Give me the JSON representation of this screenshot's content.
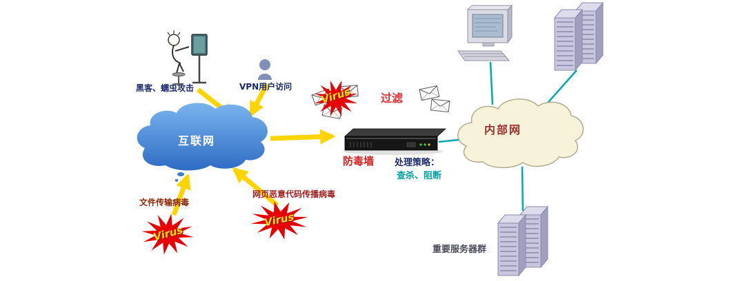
{
  "diagram": {
    "virus_badge": "Virus",
    "nodes": {
      "hacker": {
        "label": "黑客、蠕虫攻击"
      },
      "vpn_user": {
        "label": "VPN用户访问"
      },
      "internet": {
        "label": "互联网"
      },
      "filter": {
        "label": "过滤"
      },
      "antivirus_wall": {
        "label": "防毒墙"
      },
      "policy": {
        "label": "处理策略：",
        "actions": "查杀、阻断"
      },
      "internal_network": {
        "label": "内部网"
      },
      "server_group": {
        "label": "重要服务器群"
      },
      "file_virus": {
        "label": "文件传输病毒"
      },
      "web_virus": {
        "label": "网页恶意代码传播病毒"
      }
    },
    "colors": {
      "attack_arrow": "#ffd400",
      "network_connector": "#00a8b0",
      "virus_burst": "#e60000",
      "internet_cloud": "#3f7bd0",
      "internal_cloud": "#f7f3da",
      "alert_text": "#d02020",
      "policy_text": "#00a0a0",
      "label_text": "#1b2a6b"
    }
  }
}
